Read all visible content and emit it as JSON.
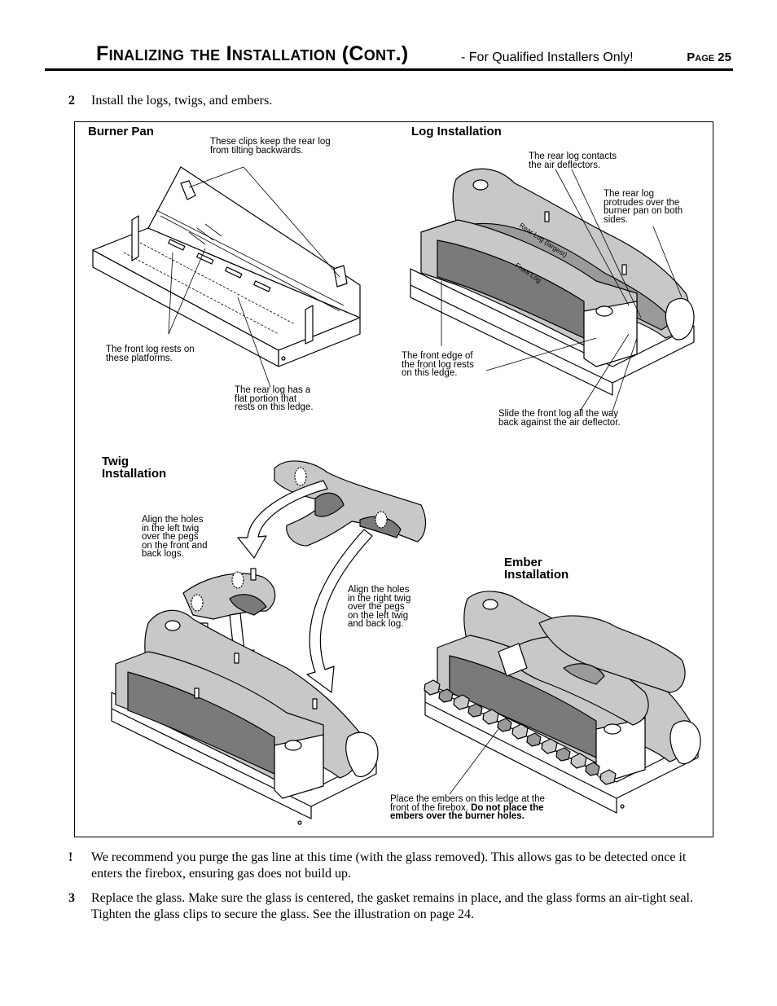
{
  "header": {
    "title": "Finalizing the Installation (Cont.)",
    "subtitle": "- For Qualified Installers Only!",
    "page_label": "Page 25"
  },
  "steps": [
    {
      "num": "2",
      "text": "Install the logs, twigs, and embers."
    },
    {
      "num": "!",
      "text": "We recommend you purge the gas line at this time (with the glass removed).  This allows gas to be detected once it enters the firebox, ensuring gas does not build up."
    },
    {
      "num": "3",
      "text": "Replace the glass.  Make sure the glass is centered, the gasket remains in place, and the glass forms an air-tight seal.  Tighten the glass clips to secure the glass.  See the illustration on page 24."
    }
  ],
  "figure": {
    "panels": {
      "burner_pan": "Burner Pan",
      "log_installation": "Log Installation",
      "twig_installation": "Twig\nInstallation",
      "ember_installation": "Ember\nInstallation"
    },
    "callouts": {
      "clips": "These clips keep the rear log\nfrom tilting backwards.",
      "front_platforms": "The front log rests on\nthese platforms.",
      "rear_ledge": "The rear log has a\nflat portion that\nrests on this ledge.",
      "air_deflectors": "The rear log contacts\nthe air deflectors.",
      "protrudes": "The rear log\nprotrudes over the\nburner pan on both\nsides.",
      "front_edge": "The front edge of\nthe front log rests\non this ledge.",
      "slide_front": "Slide the front log all the way\nback against the air deflector.",
      "left_twig": "Align the holes\nin the left twig\nover the pegs\non the front and\nback logs.",
      "right_twig": "Align the holes\nin the right twig\nover the pegs\non the left twig\nand back log.",
      "embers_ledge": "Place the embers on this ledge at the\nfront of the firebox.",
      "embers_warning": "Do not place the\nembers over the burner holes."
    },
    "log_labels": {
      "rear": "Rear Log (largest)",
      "front": "Front Log"
    }
  }
}
